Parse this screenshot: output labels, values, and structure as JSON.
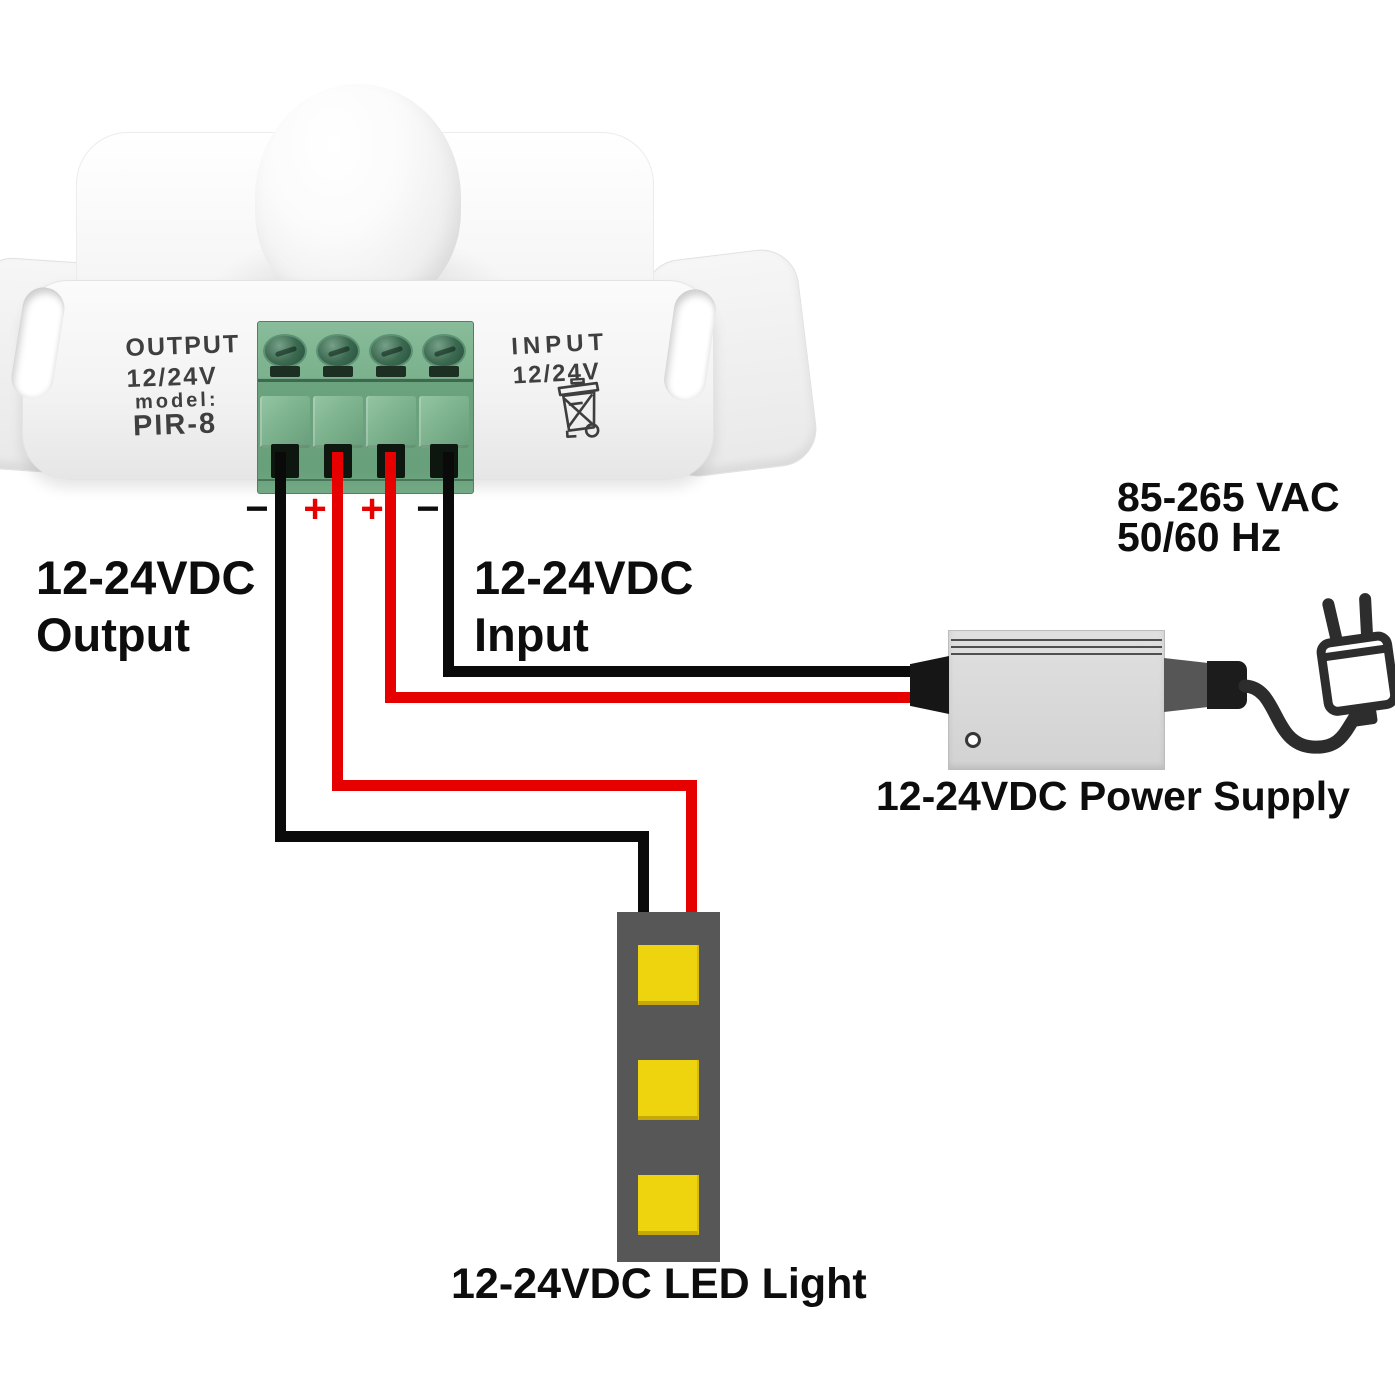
{
  "device": {
    "output_label_line1": "OUTPUT",
    "output_label_line2": "12/24V",
    "model_label": "model:",
    "model_value": "PIR-8",
    "input_label_line1": "INPUT",
    "input_label_line2": "12/24V"
  },
  "terminals": {
    "polarity": [
      "−",
      "+",
      "+",
      "−"
    ]
  },
  "labels": {
    "output_line1": "12-24VDC",
    "output_line2": "Output",
    "input_line1": "12-24VDC",
    "input_line2": "Input",
    "ac_line1": "85-265 VAC",
    "ac_line2": "50/60 Hz",
    "power_supply": "12-24VDC Power Supply",
    "led_light": "12-24VDC LED Light"
  },
  "icons": {
    "weee_bin": "crossed-out-wheelie-bin-icon",
    "ac_plug": "two-prong-plug-icon"
  },
  "colors": {
    "wire_positive": "#e60000",
    "wire_negative": "#0a0a0a",
    "terminal_green": "#74ab87",
    "led_yellow": "#eed30f",
    "strip_gray": "#575757",
    "psu_gray": "#d9d9d9"
  }
}
